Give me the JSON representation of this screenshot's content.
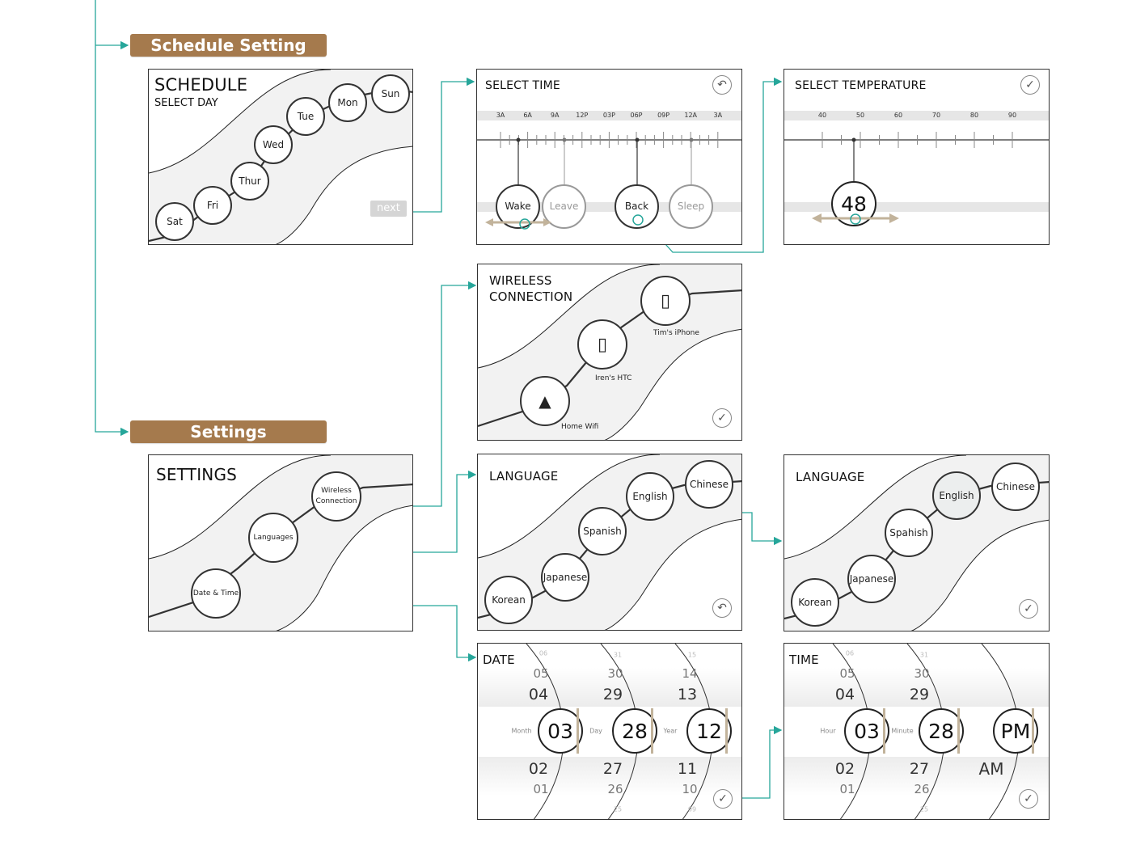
{
  "sections": {
    "schedule": "Schedule Setting",
    "settings": "Settings"
  },
  "colors": {
    "accent": "#26a69a",
    "label_bg": "#a57a4d",
    "arrow": "#c2b39b",
    "band": "#f2f2f2"
  },
  "schedule_screen": {
    "title": "SCHEDULE",
    "subtitle": "SELECT DAY",
    "days": [
      "Sat",
      "Fri",
      "Thur",
      "Wed",
      "Tue",
      "Mon",
      "Sun"
    ],
    "next_label": "next"
  },
  "time_screen": {
    "title": "SELECT TIME",
    "back_icon": "undo-icon",
    "ticks": [
      "3A",
      "6A",
      "9A",
      "12P",
      "03P",
      "06P",
      "09P",
      "12A",
      "3A"
    ],
    "markers": [
      {
        "label": "Wake",
        "active": true
      },
      {
        "label": "Leave",
        "active": false
      },
      {
        "label": "Back",
        "active": true
      },
      {
        "label": "Sleep",
        "active": false
      }
    ]
  },
  "temperature_screen": {
    "title": "SELECT TEMPERATURE",
    "confirm_icon": "check-icon",
    "ticks": [
      "40",
      "50",
      "60",
      "70",
      "80",
      "90"
    ],
    "value": "48"
  },
  "wireless_screen": {
    "title_line1": "WIRELESS",
    "title_line2": "CONNECTION",
    "devices": [
      {
        "label": "Home Wifi",
        "icon": "wifi-tower-icon"
      },
      {
        "label": "Iren's HTC",
        "icon": "phone-icon"
      },
      {
        "label": "Tim's iPhone",
        "icon": "phone-icon"
      }
    ]
  },
  "settings_screen": {
    "title": "SETTINGS",
    "items": [
      "Date & Time",
      "Languages",
      "Wireless Connection"
    ]
  },
  "language_screen": {
    "title": "LANGUAGE",
    "options": [
      "Korean",
      "Japanese",
      "Spanish",
      "English",
      "Chinese"
    ]
  },
  "language_confirm_screen": {
    "title": "LANGUAGE",
    "options": [
      "Korean",
      "Japanese",
      "Spahish",
      "English",
      "Chinese"
    ],
    "selected": "English"
  },
  "date_screen": {
    "title": "DATE",
    "columns": [
      {
        "caption": "Month",
        "values": [
          "06",
          "05",
          "04",
          "03",
          "02",
          "01"
        ]
      },
      {
        "caption": "Day",
        "values": [
          "31",
          "30",
          "29",
          "28",
          "27",
          "26",
          "25"
        ]
      },
      {
        "caption": "Year",
        "values": [
          "15",
          "14",
          "13",
          "12",
          "11",
          "10",
          "09"
        ]
      }
    ]
  },
  "time_set_screen": {
    "title": "TIME",
    "columns": [
      {
        "caption": "Hour",
        "values": [
          "06",
          "05",
          "04",
          "03",
          "02",
          "01"
        ]
      },
      {
        "caption": "Minute",
        "values": [
          "31",
          "30",
          "29",
          "28",
          "27",
          "26",
          "25"
        ]
      },
      {
        "caption": "",
        "values": [
          "PM",
          "AM"
        ]
      }
    ]
  }
}
